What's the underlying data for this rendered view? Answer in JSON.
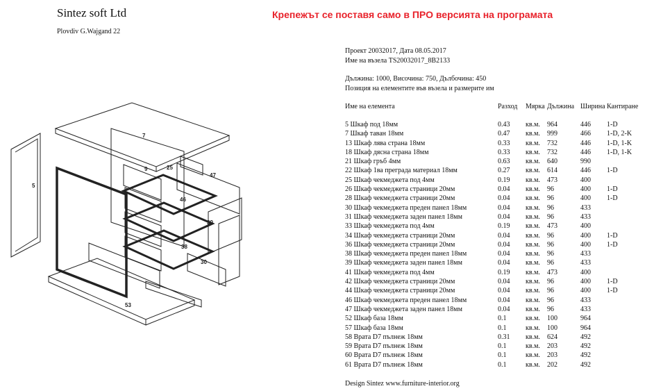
{
  "header": {
    "company": "Sintez soft Ltd",
    "address": "Plovdiv G.Wajgand 22",
    "notice": "Крепежът се поставя само в ПРО версията на програмата"
  },
  "project": {
    "line1": "Проект 20032017, Дата 08.05.2017",
    "line2": "Име на възела TS20032017_8B2133",
    "dims": "Дължина: 1000, Височина: 750, Дълбочина: 450",
    "position": "Позиция на елементите във възела и размерите им"
  },
  "table": {
    "headers": [
      "Име на елемента",
      "Разход",
      "Мярка",
      "Дължина",
      "Ширина",
      "Кантиране"
    ],
    "rows": [
      [
        "5 Шкаф под 18мм",
        "0.43",
        "кв.м.",
        "964",
        "446",
        "1-D"
      ],
      [
        "7 Шкаф таван 18мм",
        "0.47",
        "кв.м.",
        "999",
        "466",
        "1-D, 2-K"
      ],
      [
        "13 Шкаф лява страна 18мм",
        "0.33",
        "кв.м.",
        "732",
        "446",
        "1-D, 1-K"
      ],
      [
        "18 Шкаф дясна страна 18мм",
        "0.33",
        "кв.м.",
        "732",
        "446",
        "1-D, 1-K"
      ],
      [
        "21 Шкаф гръб 4мм",
        "0.63",
        "кв.м.",
        "640",
        "990",
        ""
      ],
      [
        "22 Шкаф 1ва преграда материал 18мм",
        "0.27",
        "кв.м.",
        "614",
        "446",
        "1-D"
      ],
      [
        "25 Шкаф чекмеджета под 4мм",
        "0.19",
        "кв.м.",
        "473",
        "400",
        ""
      ],
      [
        "26 Шкаф чекмеджета страници 20мм",
        "0.04",
        "кв.м.",
        "96",
        "400",
        "1-D"
      ],
      [
        "28 Шкаф чекмеджета страници 20мм",
        "0.04",
        "кв.м.",
        "96",
        "400",
        "1-D"
      ],
      [
        "30 Шкаф чекмеджета преден панел 18мм",
        "0.04",
        "кв.м.",
        "96",
        "433",
        ""
      ],
      [
        "31 Шкаф чекмеджета заден панел 18мм",
        "0.04",
        "кв.м.",
        "96",
        "433",
        ""
      ],
      [
        "33 Шкаф чекмеджета под 4мм",
        "0.19",
        "кв.м.",
        "473",
        "400",
        ""
      ],
      [
        "34 Шкаф чекмеджета страници 20мм",
        "0.04",
        "кв.м.",
        "96",
        "400",
        "1-D"
      ],
      [
        "36 Шкаф чекмеджета страници 20мм",
        "0.04",
        "кв.м.",
        "96",
        "400",
        "1-D"
      ],
      [
        "38 Шкаф чекмеджета преден панел 18мм",
        "0.04",
        "кв.м.",
        "96",
        "433",
        ""
      ],
      [
        "39 Шкаф чекмеджета заден панел 18мм",
        "0.04",
        "кв.м.",
        "96",
        "433",
        ""
      ],
      [
        "41 Шкаф чекмеджета под 4мм",
        "0.19",
        "кв.м.",
        "473",
        "400",
        ""
      ],
      [
        "42 Шкаф чекмеджета страници 20мм",
        "0.04",
        "кв.м.",
        "96",
        "400",
        "1-D"
      ],
      [
        "44 Шкаф чекмеджета страници 20мм",
        "0.04",
        "кв.м.",
        "96",
        "400",
        "1-D"
      ],
      [
        "46 Шкаф чекмеджета преден панел 18мм",
        "0.04",
        "кв.м.",
        "96",
        "433",
        ""
      ],
      [
        "47 Шкаф чекмеджета заден панел 18мм",
        "0.04",
        "кв.м.",
        "96",
        "433",
        ""
      ],
      [
        "52 Шкаф база 18мм",
        "0.1",
        "кв.м.",
        "100",
        "964",
        ""
      ],
      [
        "57 Шкаф база 18мм",
        "0.1",
        "кв.м.",
        "100",
        "964",
        ""
      ],
      [
        "58 Врата D7 пълнеж 18мм",
        "0.31",
        "кв.м.",
        "624",
        "492",
        ""
      ],
      [
        "59 Врата D7 пълнеж 18мм",
        "0.1",
        "кв.м.",
        "203",
        "492",
        ""
      ],
      [
        "60 Врата D7 пълнеж 18мм",
        "0.1",
        "кв.м.",
        "203",
        "492",
        ""
      ],
      [
        "61 Врата D7 пълнеж 18мм",
        "0.1",
        "кв.м.",
        "202",
        "492",
        ""
      ]
    ]
  },
  "diagram": {
    "labels": [
      "7",
      "5",
      "9",
      "47",
      "25",
      "46",
      "39",
      "38",
      "30",
      "53"
    ]
  },
  "footer": "Design Sintez www.furniture-interior.org"
}
